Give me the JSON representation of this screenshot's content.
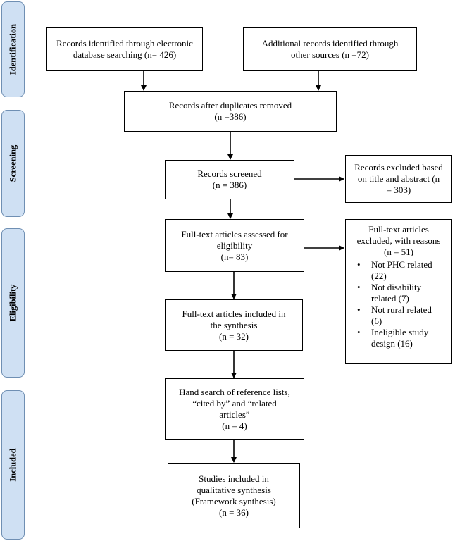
{
  "stages": {
    "identification": "Identification",
    "screening": "Screening",
    "eligibility": "Eligibility",
    "included": "Included"
  },
  "boxes": {
    "electronic": {
      "line1": "Records identified through electronic",
      "line2": "database searching (n= 426)"
    },
    "additional": {
      "line1": "Additional records identified through",
      "line2": "other sources (n =72)"
    },
    "duplicates": {
      "line1": "Records after duplicates removed",
      "line2": "(n =386)"
    },
    "screened": {
      "line1": "Records screened",
      "line2": "(n = 386)"
    },
    "excluded_title": {
      "line1": "Records excluded based",
      "line2": "on title and abstract (n",
      "line3": "= 303)"
    },
    "fulltext_assessed": {
      "line1": "Full-text articles assessed for",
      "line2": "eligibility",
      "line3": "(n= 83)"
    },
    "fulltext_excluded": {
      "head1": "Full-text articles",
      "head2": "excluded, with reasons",
      "head3": "(n = 51)",
      "reasons": [
        {
          "line1": "Not PHC related",
          "line2": "(22)"
        },
        {
          "line1": "Not disability",
          "line2": "related (7)"
        },
        {
          "line1": "Not rural related",
          "line2": "(6)"
        },
        {
          "line1": "Ineligible study",
          "line2": "design (16)"
        }
      ]
    },
    "fulltext_included": {
      "line1": "Full-text articles included in",
      "line2": "the synthesis",
      "line3": "(n = 32)"
    },
    "hand_search": {
      "line1": "Hand search of reference lists,",
      "line2": "“cited by” and “related",
      "line3": "articles”",
      "line4": "(n = 4)"
    },
    "studies_included": {
      "line1": "Studies included in",
      "line2": "qualitative synthesis",
      "line3": "(Framework synthesis)",
      "line4": "(n = 36)"
    }
  }
}
